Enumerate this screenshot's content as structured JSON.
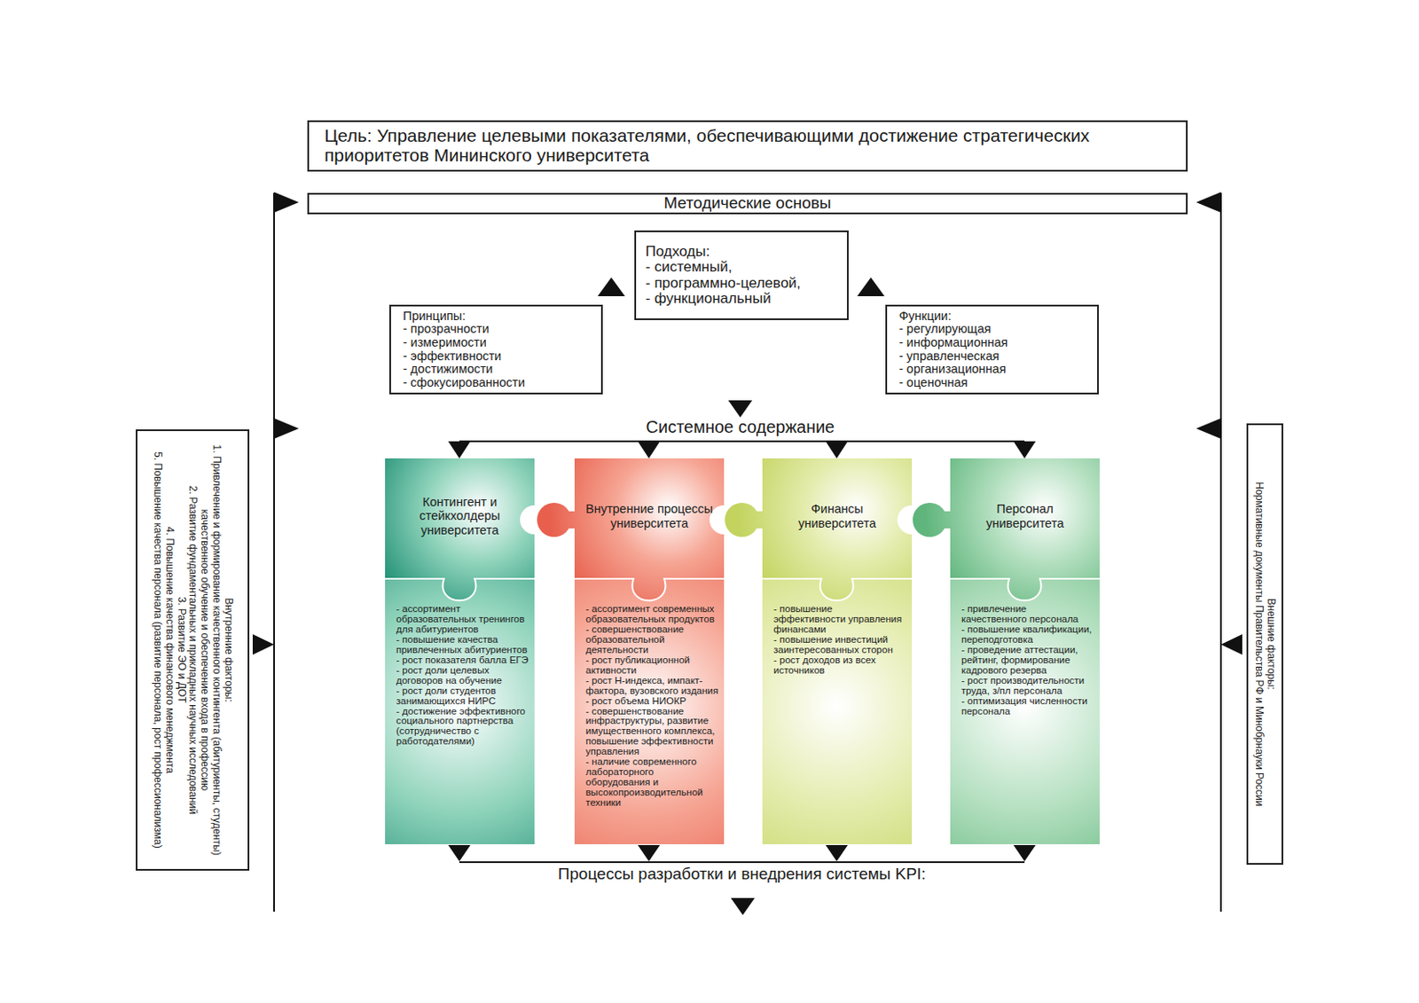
{
  "diagram": {
    "nodes": [
      {
        "text": [
          "Цель: Управление целевыми показателями, обеспечивающими достижение стратегических приоритетов Мининского университета"
        ]
      },
      {
        "text": [
          "Методические основы"
        ]
      },
      {
        "text": [
          "Подходы:",
          "- системный,",
          "- программно-целевой,",
          "- функциональный"
        ]
      },
      {
        "text": [
          "Принципы:",
          "- прозрачности",
          "- измеримости",
          "- эффективности",
          "- достижимости",
          "- сфокусированности"
        ]
      },
      {
        "text": [
          "Функции:",
          "- регулирующая",
          "- информационная",
          "- управленческая",
          "- организационная",
          "- оценочная"
        ]
      },
      {
        "text": [
          "Внутренние факторы:",
          "1. Привлечение и формирование качественного контингента (абитуриенты, студенты) качественное обучение и обеспечение входа в профессию",
          "2. Развитие фундаментальных и прикладных научных исследований",
          "3. Развитие ЭО и ДОТ",
          "4. Повышение качества финансового менеджмента",
          "5. Повышение качества персонала (развитие персонала, рост профессионализма)"
        ]
      },
      {
        "text": [
          "Контингент и стейкхолдеры университета",
          "- ассортимент образовательных тренингов для абитуриентов",
          "- повышение качества привлеченных абитуриентов",
          "- рост показателя балла ЕГЭ",
          "- рост доли целевых договоров на обучение",
          "- рост доли студентов занимающихся НИРС",
          "- достижение эффективного социального партнерства (сотрудничество с работодателями)"
        ]
      },
      {
        "text": [
          "Внутренние процессы университета",
          "- ассортимент современных образовательных продуктов",
          "- совершенствование образовательной деятельности",
          "- рост публикационной активности",
          "- рост Н-индекса, импакт-фактора, вузовского издания",
          "- рост объема НИОКР",
          "- совершенствование инфраструктуры, развитие имущественного комплекса, повышение эффективности управления",
          "- наличие современного лабораторного оборудования и высокопроизводительной техники"
        ]
      },
      {
        "text": [
          "Финансы университета",
          "- повышение эффективности управления финансами",
          "- повышение инвестиций заинтересованных сторон",
          "- рост доходов из всех источников"
        ]
      },
      {
        "text": [
          "Персонал университета",
          "- привлечение качественного персонала",
          "- повышение квалификации, переподготовка",
          "- проведение аттестации, рейтинг, формирование кадрового резерва",
          "- рост производительности труда, з/пл персонала",
          "- оптимизация численности персонала"
        ]
      },
      {
        "text": [
          "Внешние факторы:",
          "Нормативные документы Правительства РФ и Минобрнауки России"
        ]
      }
    ],
    "labels": [
      "Системное содержание",
      "Процессы разработки и внедрения системы KPI:"
    ]
  }
}
